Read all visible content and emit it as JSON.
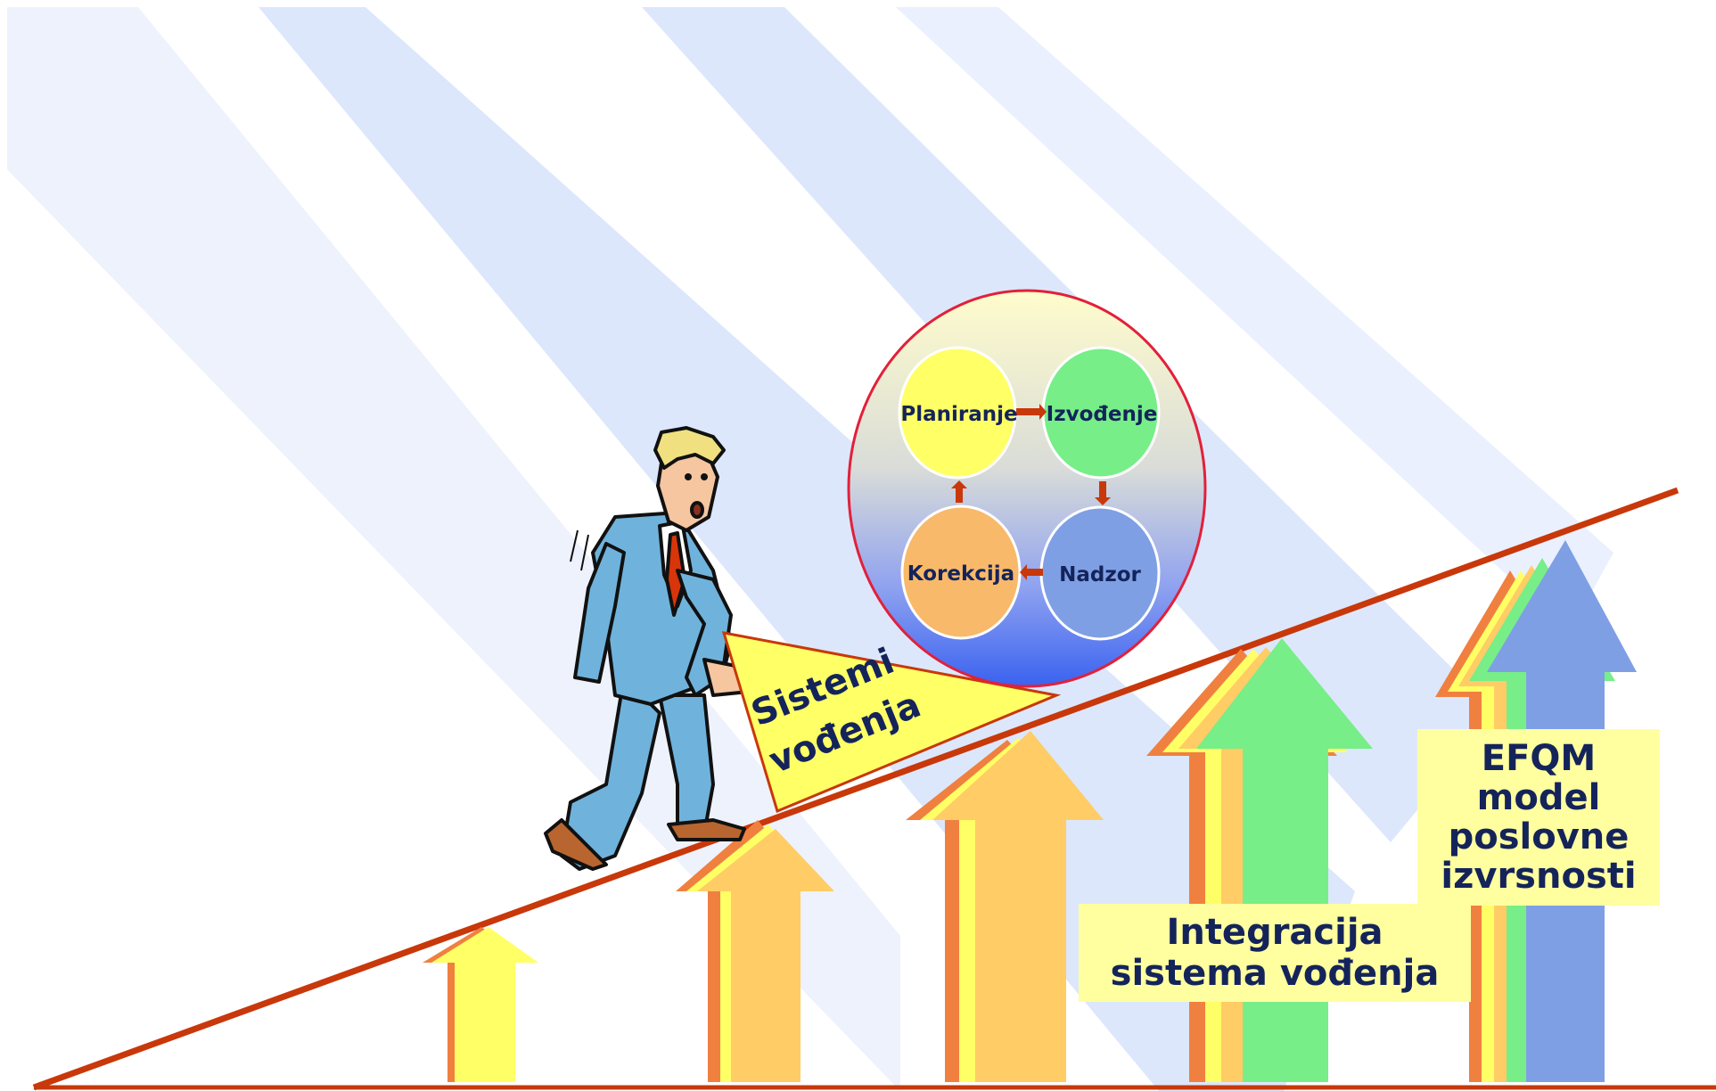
{
  "cycle": {
    "planning_label": "Planiranje",
    "execution_label": "Izvođenje",
    "monitoring_label": "Nadzor",
    "correction_label": "Korekcija"
  },
  "wedge": {
    "line1": "Sistemi",
    "line2": "vođenja"
  },
  "integration_box": {
    "line1": "Integracija",
    "line2": "sistema vođenja"
  },
  "efqm_box": {
    "line1": "EFQM",
    "line2": "model",
    "line3": "poslovne",
    "line4": "izvrsnosti"
  },
  "colors": {
    "ramp_line": "#c8380a",
    "label_text": "#14245a",
    "box_fill": "#ffffa0",
    "arrow_yellow": "#ffff66",
    "arrow_orange": "#ffcc66",
    "arrow_green": "#77ee88",
    "arrow_blue": "#7f9fe5"
  }
}
